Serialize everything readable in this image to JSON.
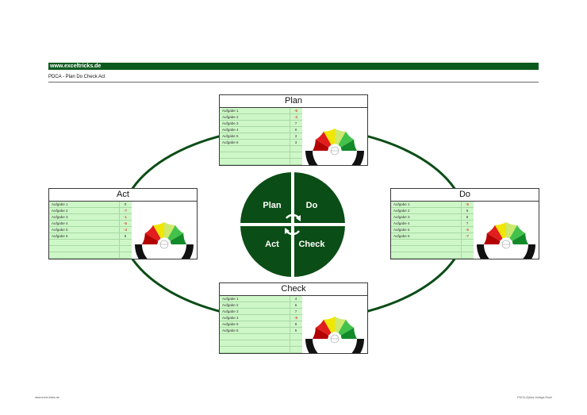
{
  "header": {
    "site": "www.exceltricks.de",
    "subtitle": "PDCA - Plan Do Check Act"
  },
  "center": {
    "plan": "Plan",
    "do": "Do",
    "act": "Act",
    "check": "Check",
    "icon": "cycle-arrows-icon"
  },
  "colors": {
    "accent": "#0b5a1e",
    "list_bg": "#cdf7c7",
    "negative": "#d40000"
  },
  "cards": {
    "plan": {
      "title": "Plan",
      "tasks": [
        {
          "label": "Aufgabe 1",
          "value": "-5"
        },
        {
          "label": "Aufgabe 2",
          "value": "-3"
        },
        {
          "label": "Aufgabe 3",
          "value": "7"
        },
        {
          "label": "Aufgabe 4",
          "value": "0"
        },
        {
          "label": "Aufgabe 5",
          "value": "3"
        },
        {
          "label": "Aufgabe 6",
          "value": "3"
        }
      ]
    },
    "do": {
      "title": "Do",
      "tasks": [
        {
          "label": "Aufgabe 1",
          "value": "-5"
        },
        {
          "label": "Aufgabe 2",
          "value": "6"
        },
        {
          "label": "Aufgabe 3",
          "value": "8"
        },
        {
          "label": "Aufgabe 4",
          "value": "7"
        },
        {
          "label": "Aufgabe 5",
          "value": "-6"
        },
        {
          "label": "Aufgabe 6",
          "value": "-7"
        }
      ]
    },
    "act": {
      "title": "Act",
      "tasks": [
        {
          "label": "Aufgabe 1",
          "value": "0"
        },
        {
          "label": "Aufgabe 2",
          "value": "-7"
        },
        {
          "label": "Aufgabe 3",
          "value": "-1"
        },
        {
          "label": "Aufgabe 4",
          "value": "-5"
        },
        {
          "label": "Aufgabe 5",
          "value": "-4"
        },
        {
          "label": "Aufgabe 6",
          "value": "8"
        }
      ]
    },
    "check": {
      "title": "Check",
      "tasks": [
        {
          "label": "Aufgabe 1",
          "value": "4"
        },
        {
          "label": "Aufgabe 2",
          "value": "6"
        },
        {
          "label": "Aufgabe 3",
          "value": "7"
        },
        {
          "label": "Aufgabe 4",
          "value": "-9"
        },
        {
          "label": "Aufgabe 5",
          "value": "9"
        },
        {
          "label": "Aufgabe 6",
          "value": "5"
        }
      ]
    }
  },
  "footer": {
    "left": "www.excel-tricks.de",
    "right": "PDCA-Zyklus-Vorlage-Excel"
  }
}
